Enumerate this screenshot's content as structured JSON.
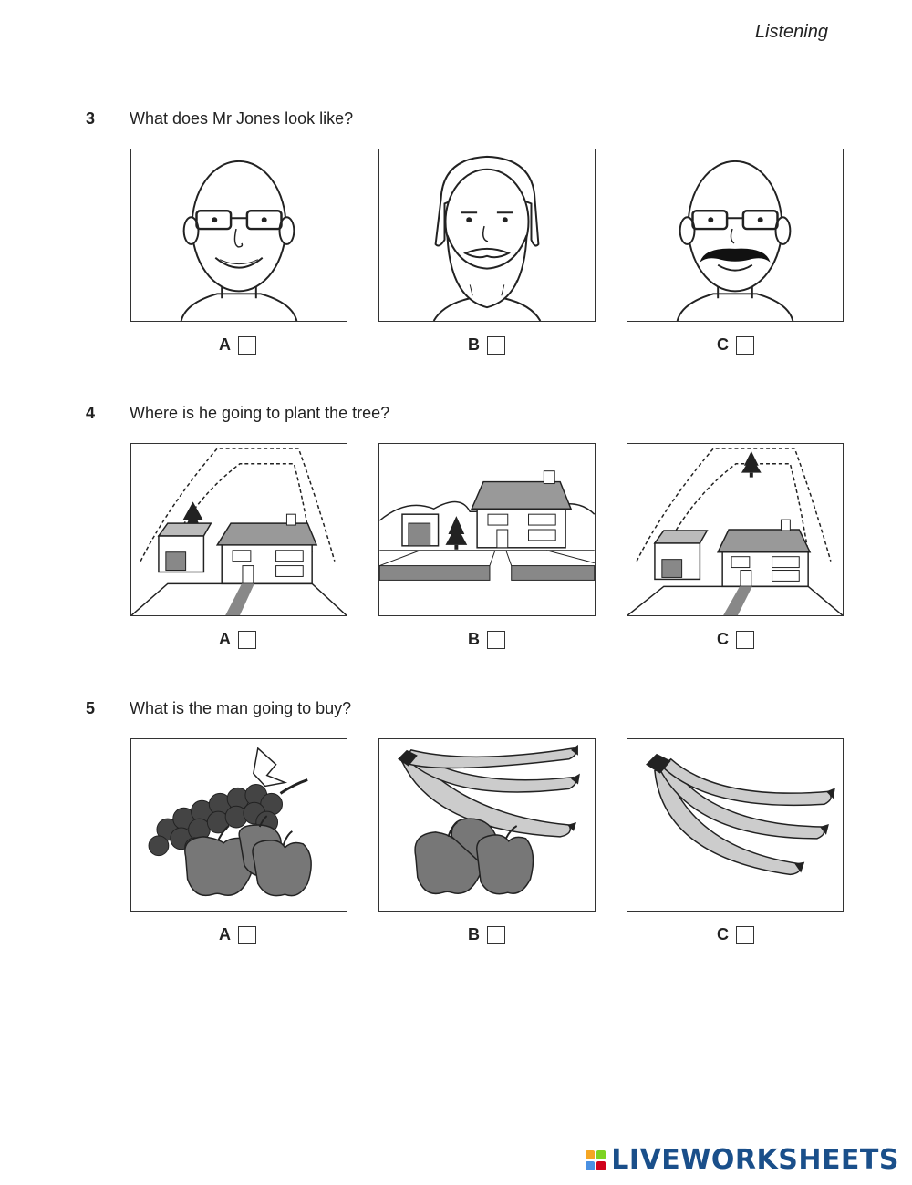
{
  "header": {
    "section": "Listening"
  },
  "questions": [
    {
      "number": "3",
      "text": "What does Mr Jones look like?",
      "options": [
        "A",
        "B",
        "C"
      ]
    },
    {
      "number": "4",
      "text": "Where is he going to plant the tree?",
      "options": [
        "A",
        "B",
        "C"
      ]
    },
    {
      "number": "5",
      "text": "What is the man going to buy?",
      "options": [
        "A",
        "B",
        "C"
      ]
    }
  ],
  "footer": {
    "brand": "LIVEWORKSHEETS",
    "logo_colors": [
      "#f5a623",
      "#7ed321",
      "#4a90e2",
      "#d0021b"
    ]
  },
  "icons": {
    "q3": [
      "bald-man-glasses-icon",
      "bearded-man-icon",
      "bald-man-moustache-icon"
    ],
    "q4": [
      "house-tree-front-left-icon",
      "house-street-tree-icon",
      "house-tree-back-icon"
    ],
    "q5": [
      "grapes-apples-icon",
      "bananas-apples-icon",
      "bananas-icon"
    ]
  }
}
